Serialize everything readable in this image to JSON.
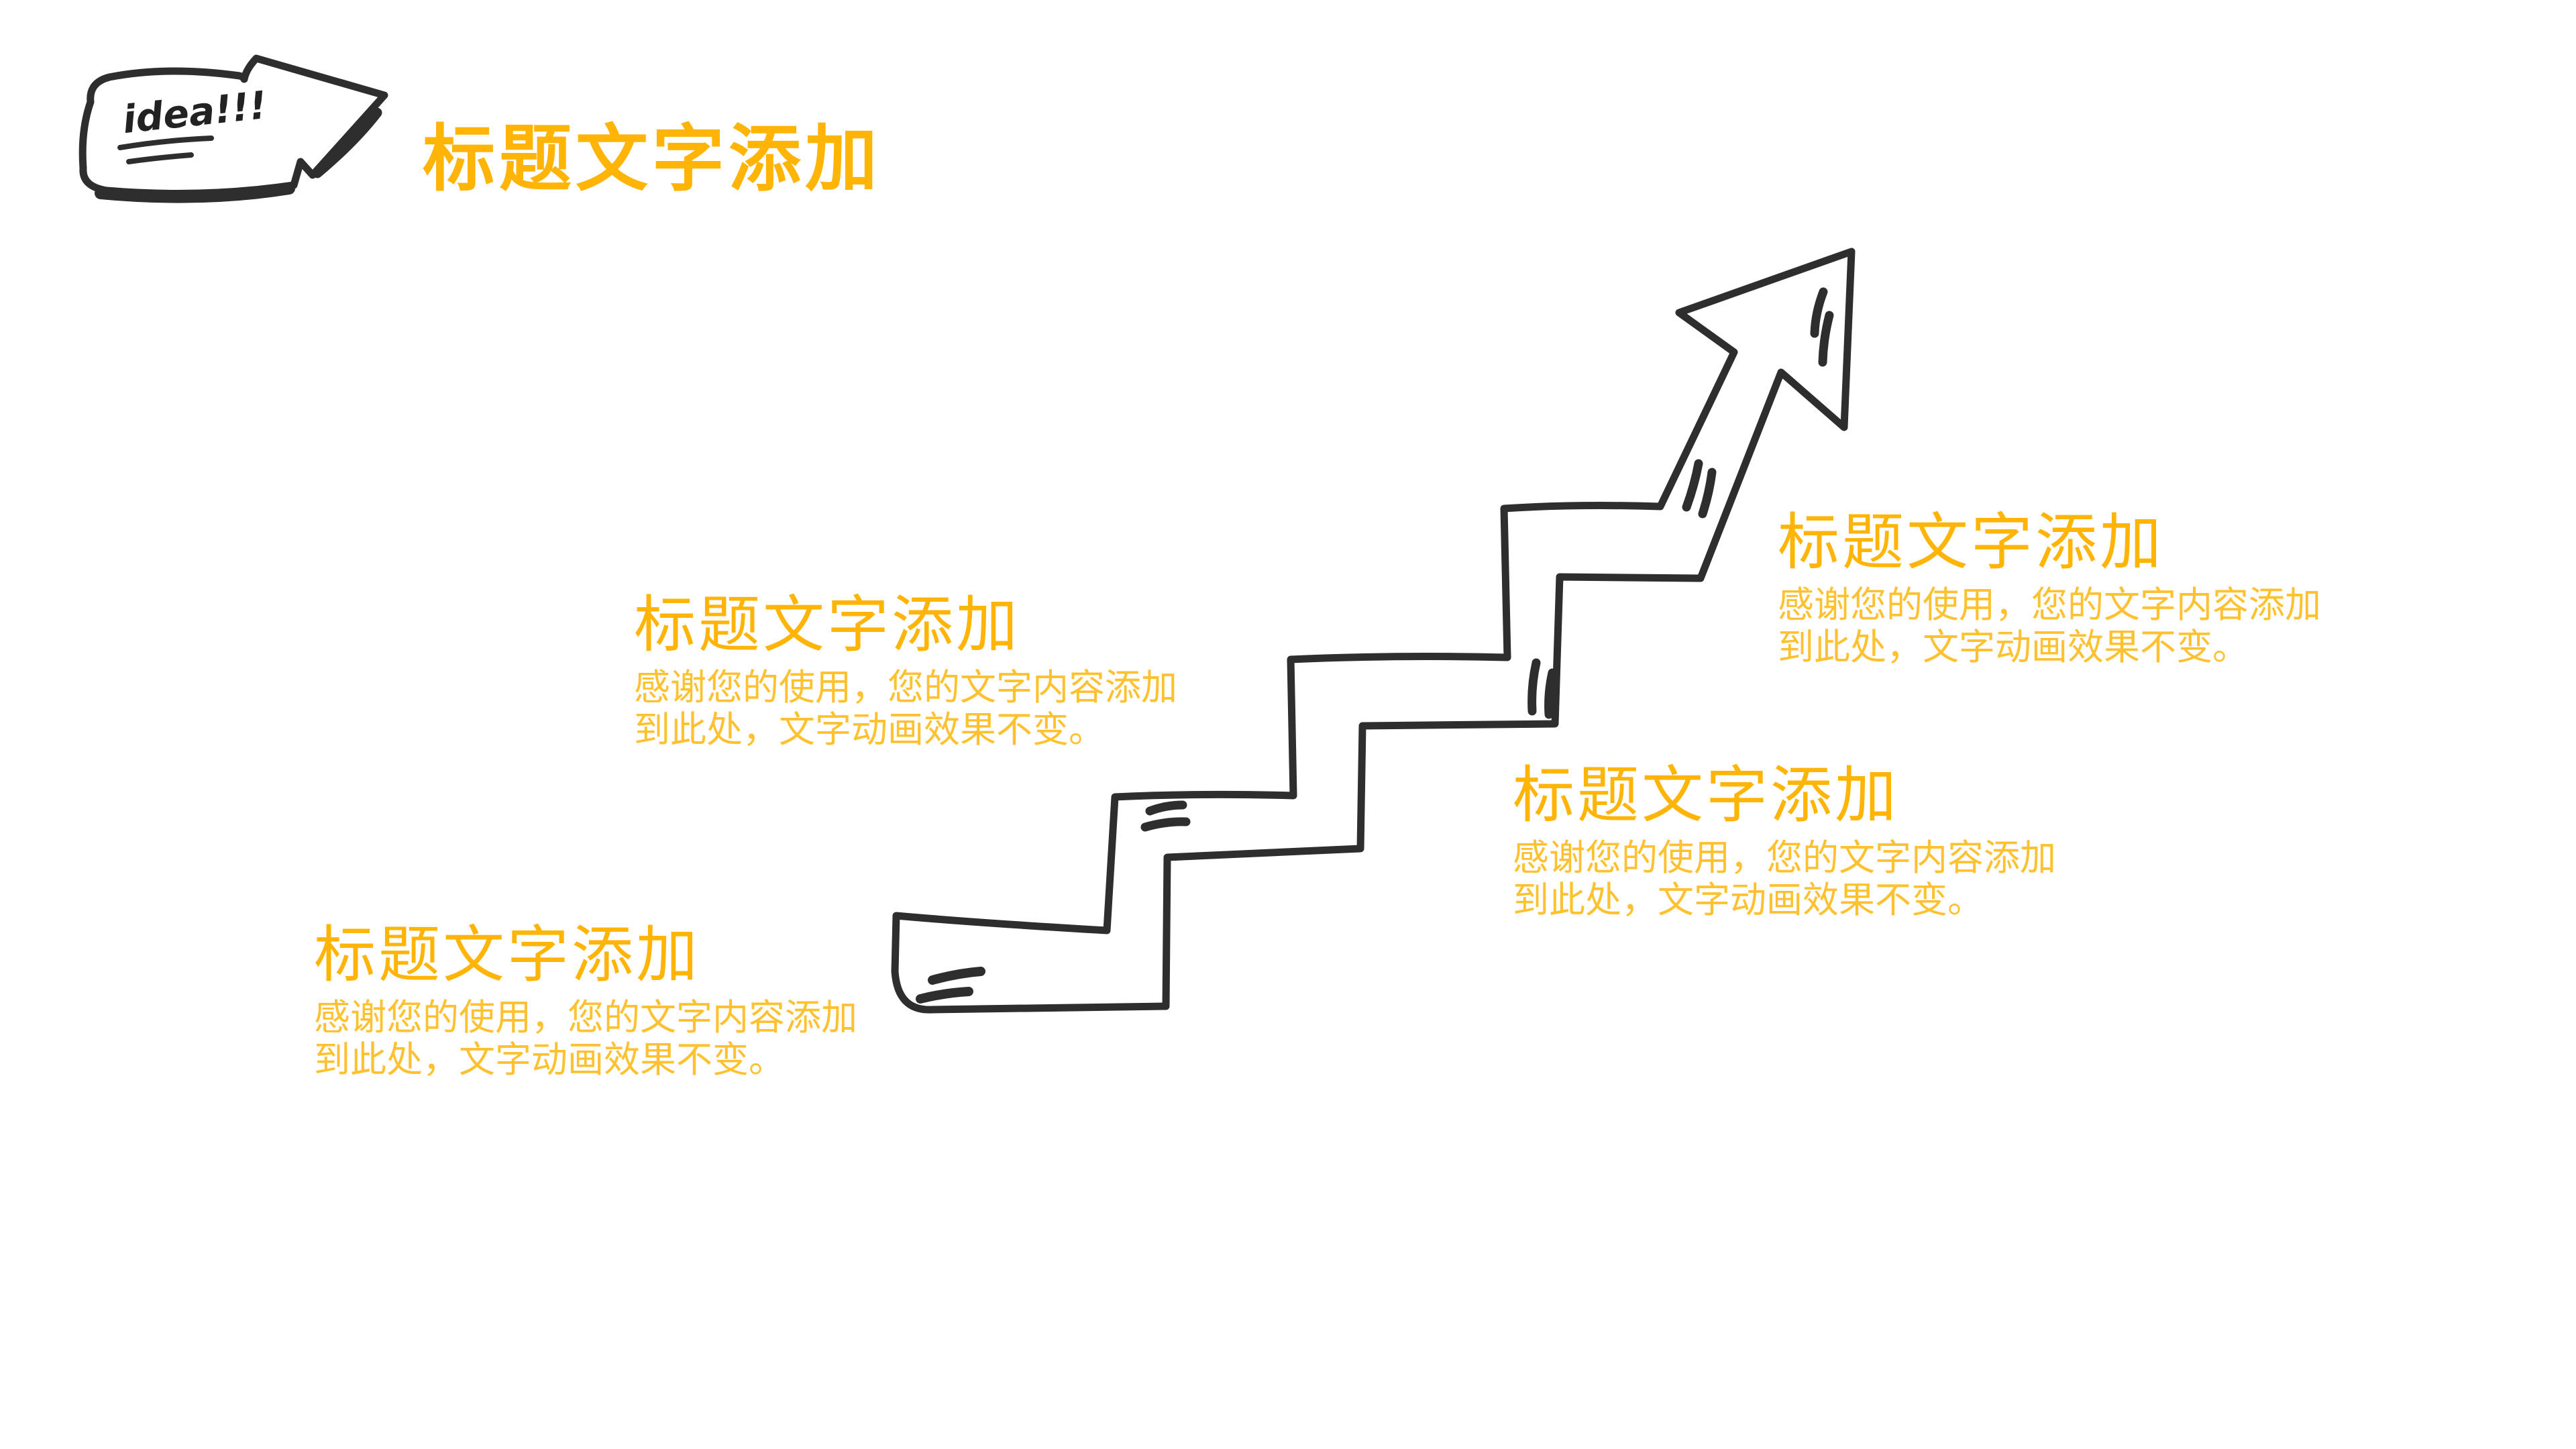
{
  "slide": {
    "background_color": "#ffffff",
    "title_color": "#ffb406",
    "body_text_color": "#ffc130",
    "sketch_stroke_color": "#2e2e2e"
  },
  "header": {
    "badge_label": "idea!!!",
    "title": "标题文字添加"
  },
  "graphic": {
    "name": "staircase-arrow",
    "style": "hand-drawn stairs rising left to right ending in an upward arrow"
  },
  "steps": [
    {
      "title": "标题文字添加",
      "lines": [
        "感谢您的使用，您的文字内容添加",
        "到此处，文字动画效果不变。"
      ]
    },
    {
      "title": "标题文字添加",
      "lines": [
        "感谢您的使用，您的文字内容添加",
        "到此处，文字动画效果不变。"
      ]
    },
    {
      "title": "标题文字添加",
      "lines": [
        "感谢您的使用，您的文字内容添加",
        "到此处，文字动画效果不变。"
      ]
    },
    {
      "title": "标题文字添加",
      "lines": [
        "感谢您的使用，您的文字内容添加",
        "到此处，文字动画效果不变。"
      ]
    }
  ]
}
